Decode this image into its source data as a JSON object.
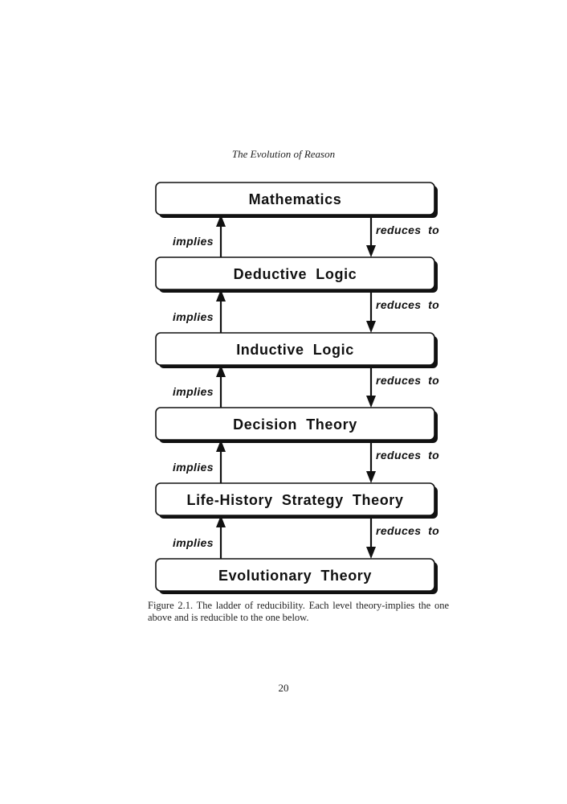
{
  "header": {
    "running_title": "The Evolution of Reason"
  },
  "diagram": {
    "levels": [
      {
        "label": "Mathematics"
      },
      {
        "label": "Deductive  Logic"
      },
      {
        "label": "Inductive  Logic"
      },
      {
        "label": "Decision  Theory"
      },
      {
        "label": "Life-History  Strategy  Theory"
      },
      {
        "label": "Evolutionary  Theory"
      }
    ],
    "up_edge_label": "implies",
    "down_edge_label": "reduces  to"
  },
  "caption": {
    "text": "Figure 2.1.  The ladder of reducibility. Each level theory-implies the one above and is reducible to the one below."
  },
  "footer": {
    "page_number": "20"
  }
}
